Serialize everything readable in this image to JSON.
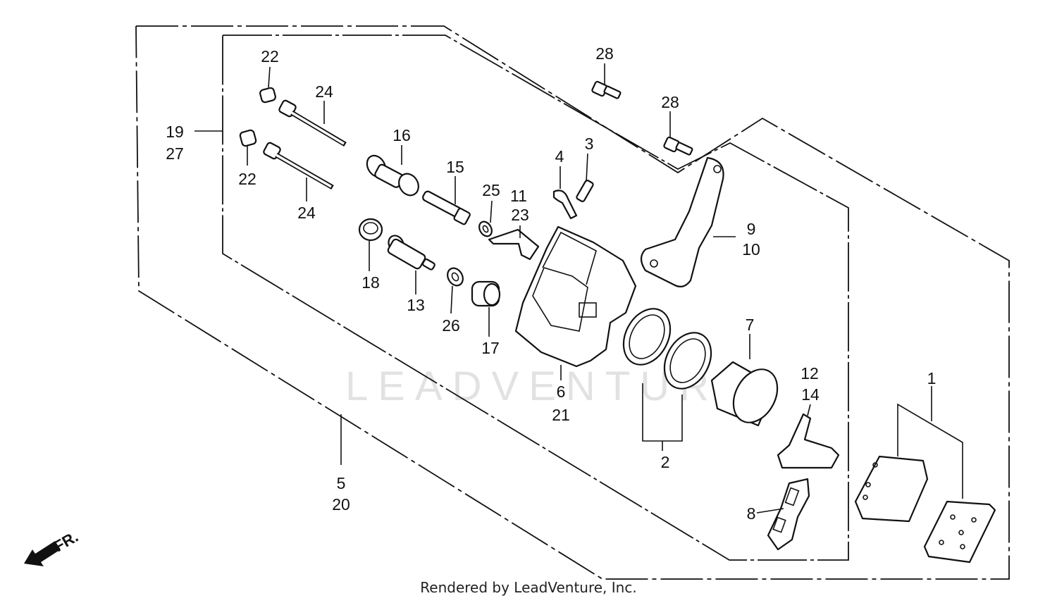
{
  "watermark": "LEADVENTURE",
  "footer": "Rendered by LeadVenture, Inc.",
  "direction_label": "FR.",
  "callouts": {
    "p1": "1",
    "p2": "2",
    "p3": "3",
    "p4": "4",
    "p5": "5",
    "p5b": "20",
    "p6": "6",
    "p6b": "21",
    "p7": "7",
    "p8": "8",
    "p9": "9",
    "p9b": "10",
    "p11": "11",
    "p11b": "23",
    "p12": "12",
    "p12b": "14",
    "p13": "13",
    "p15": "15",
    "p16": "16",
    "p17": "17",
    "p18": "18",
    "p19": "19",
    "p19b": "27",
    "p22a": "22",
    "p22b": "22",
    "p24a": "24",
    "p24b": "24",
    "p25": "25",
    "p26": "26",
    "p28a": "28",
    "p28b": "28"
  }
}
